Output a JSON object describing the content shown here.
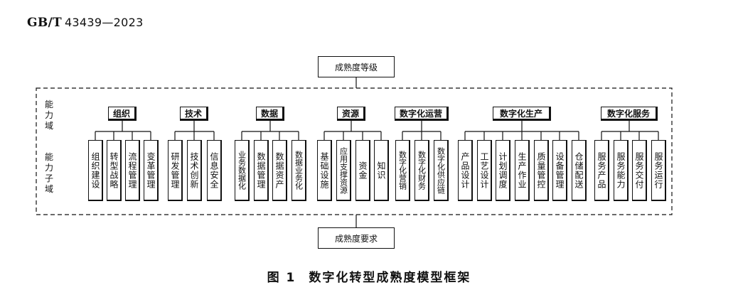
{
  "header": {
    "standard_prefix": "GB/T",
    "standard_number": "43439—2023"
  },
  "top_box": "成熟度等级",
  "bottom_box": "成熟度要求",
  "side_labels": {
    "domain": "能力域",
    "subdomain": "能力子域"
  },
  "domains": [
    {
      "name": "组织",
      "subs": [
        "组织建设",
        "转型战略",
        "流程管理",
        "变革管理"
      ]
    },
    {
      "name": "技术",
      "subs": [
        "研发管理",
        "技术创新",
        "信息安全"
      ]
    },
    {
      "name": "数据",
      "subs": [
        "业务数据化",
        "数据管理",
        "数据资产",
        "数据业务化"
      ]
    },
    {
      "name": "资源",
      "subs": [
        "基础设施",
        "应用支撑资源",
        "资金",
        "知识"
      ]
    },
    {
      "name": "数字化运营",
      "subs": [
        "数字化营销",
        "数字化财务",
        "数字化供应链"
      ]
    },
    {
      "name": "数字化生产",
      "subs": [
        "产品设计",
        "工艺设计",
        "计划调度",
        "生产作业",
        "质量管控",
        "设备管理",
        "仓储配送"
      ]
    },
    {
      "name": "数字化服务",
      "subs": [
        "服务产品",
        "服务能力",
        "服务交付",
        "服务运行"
      ]
    }
  ],
  "caption": {
    "figure": "图 1",
    "title": "数字化转型成熟度模型框架"
  }
}
